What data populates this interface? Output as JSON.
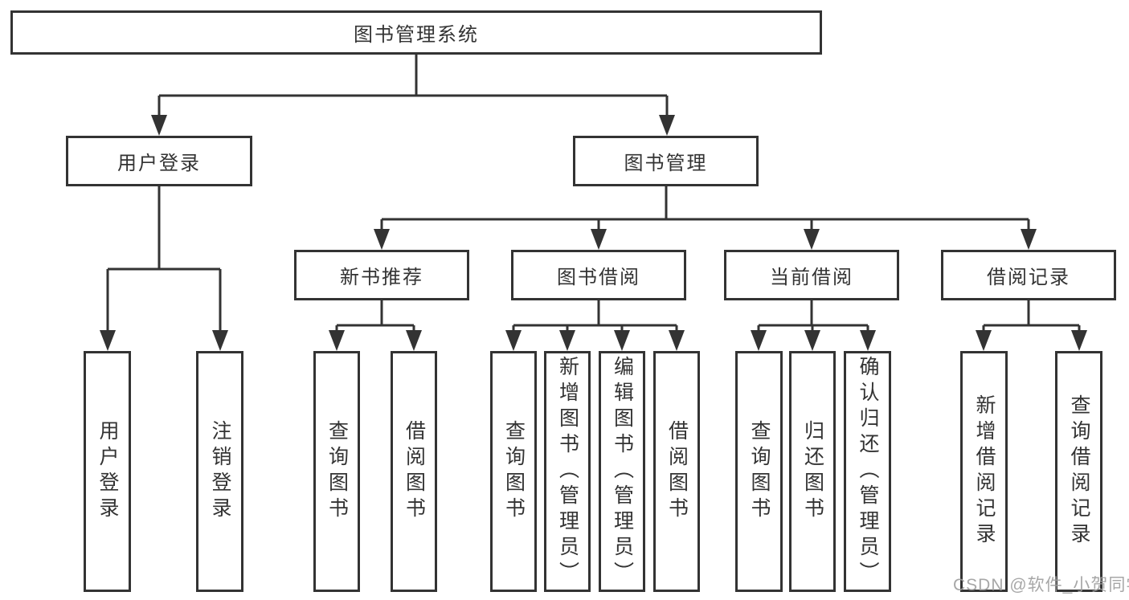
{
  "diagram_title": "图书管理系统",
  "colors": {
    "line": "#333333",
    "box_border": "#333333",
    "text": "#333333",
    "watermark": "#9e9e9e",
    "background": "#ffffff"
  },
  "nodes": {
    "root": {
      "label": "图书管理系统"
    },
    "user_login_group": {
      "label": "用户登录"
    },
    "book_mgmt": {
      "label": "图书管理"
    },
    "new_book": {
      "label": "新书推荐"
    },
    "book_borrow": {
      "label": "图书借阅"
    },
    "current_borrow": {
      "label": "当前借阅"
    },
    "borrow_record": {
      "label": "借阅记录"
    },
    "leaf": {
      "user_login": "用户登录",
      "logout": "注销登录",
      "nb_query": "查询图书",
      "nb_borrow": "借阅图书",
      "bb_query": "查询图书",
      "bb_add": "新增图书（管理员）",
      "bb_edit": "编辑图书（管理员）",
      "bb_borrow": "借阅图书",
      "cb_query": "查询图书",
      "cb_return": "归还图书",
      "cb_confirm": "确认归还（管理员）",
      "br_add": "新增借阅记录",
      "br_query": "查询借阅记录"
    }
  },
  "hierarchy": {
    "图书管理系统": {
      "用户登录": [
        "用户登录",
        "注销登录"
      ],
      "图书管理": {
        "新书推荐": [
          "查询图书",
          "借阅图书"
        ],
        "图书借阅": [
          "查询图书",
          "新增图书（管理员）",
          "编辑图书（管理员）",
          "借阅图书"
        ],
        "当前借阅": [
          "查询图书",
          "归还图书",
          "确认归还（管理员）"
        ],
        "借阅记录": [
          "新增借阅记录",
          "查询借阅记录"
        ]
      }
    }
  },
  "watermark": {
    "text": "CSDN @软件_小贺同学"
  }
}
